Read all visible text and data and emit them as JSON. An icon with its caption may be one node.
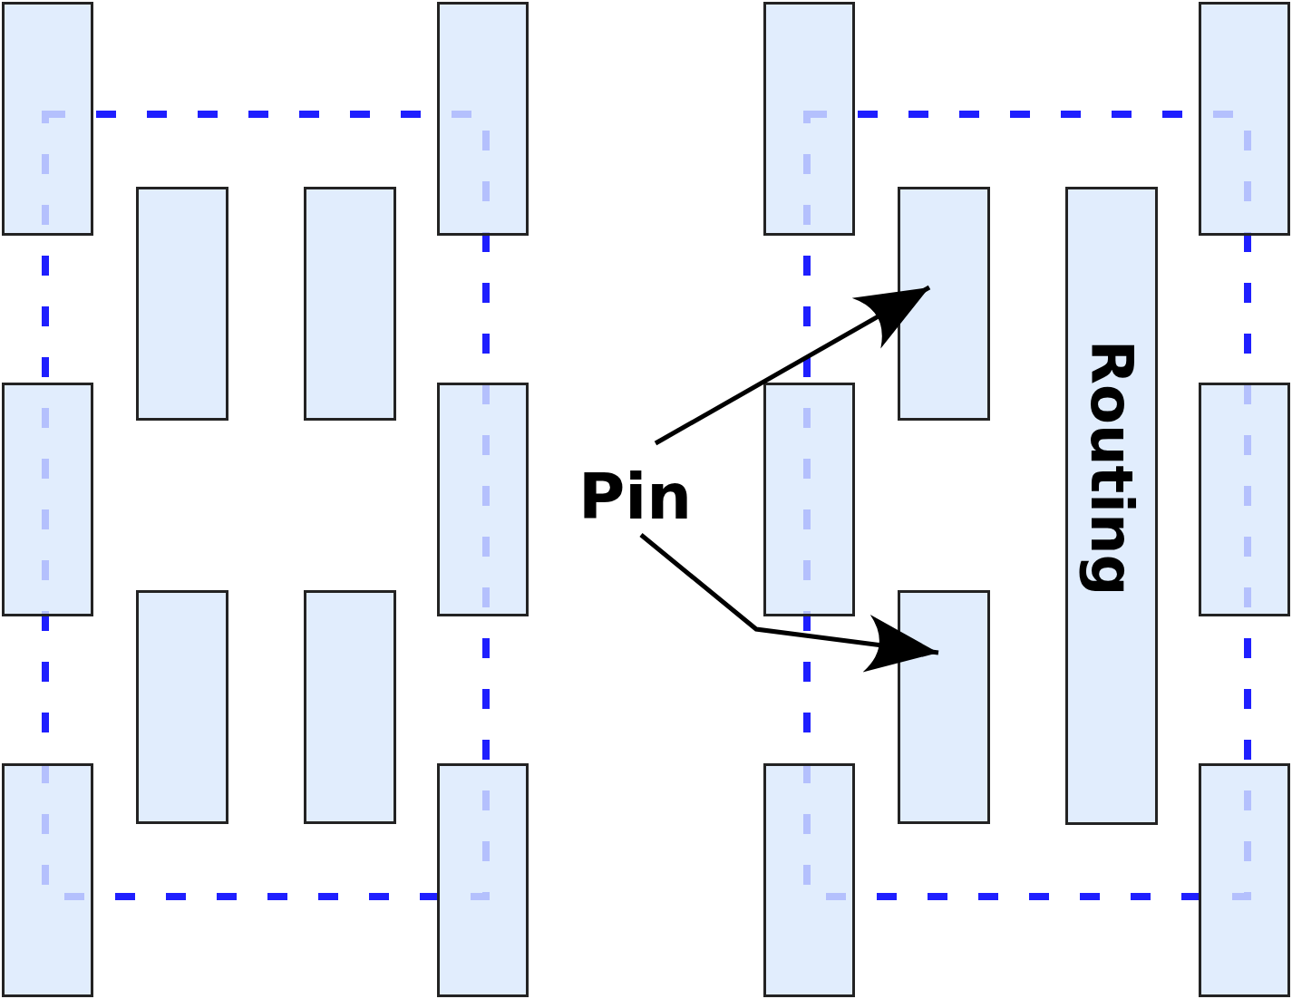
{
  "diagram": {
    "nodes": [
      {
        "text": [],
        "shape": "box"
      },
      {
        "text": [],
        "shape": "box"
      },
      {
        "text": [],
        "shape": "box"
      },
      {
        "text": [],
        "shape": "box"
      },
      {
        "text": [],
        "shape": "box"
      },
      {
        "text": [],
        "shape": "box"
      },
      {
        "text": [],
        "shape": "box"
      },
      {
        "text": [],
        "shape": "box"
      },
      {
        "text": [],
        "shape": "box"
      },
      {
        "text": [],
        "shape": "box"
      },
      {
        "text": [
          "Pin"
        ]
      },
      {
        "text": [],
        "shape": "box"
      },
      {
        "text": [],
        "shape": "box"
      },
      {
        "text": [],
        "shape": "box"
      },
      {
        "text": [],
        "shape": "box"
      },
      {
        "text": [],
        "shape": "box"
      },
      {
        "text": [
          "Routing"
        ]
      },
      {
        "text": [],
        "shape": "box"
      },
      {
        "text": [],
        "shape": "box"
      },
      {
        "text": [],
        "shape": "box"
      }
    ],
    "edges": [
      {
        "from": 10,
        "to": 14,
        "arrow": "to"
      },
      {
        "from": 10,
        "to": 15,
        "arrow": "to"
      }
    ]
  }
}
